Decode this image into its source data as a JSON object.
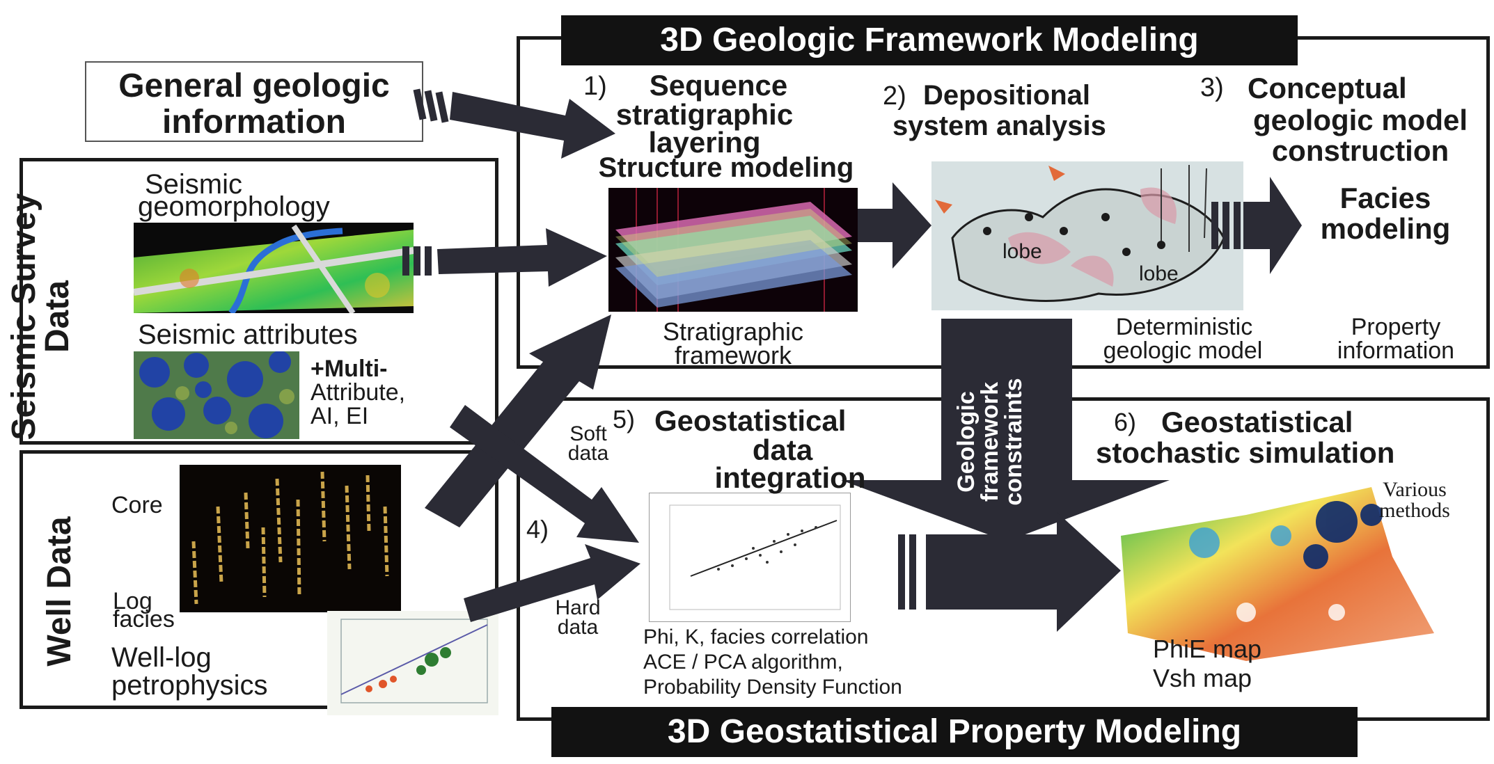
{
  "framework": {
    "banner": "3D Geologic Framework Modeling",
    "step1_num": "1)",
    "step1_title_a": "Sequence",
    "step1_title_b": "stratigraphic",
    "step1_title_c": "layering",
    "step1_title_d": "Structure modeling",
    "step1_caption_a": "Stratigraphic",
    "step1_caption_b": "framework",
    "step2_num": "2)",
    "step2_title_a": "Depositional",
    "step2_title_b": "system analysis",
    "step2_lobe_1": "lobe",
    "step2_lobe_2": "lobe",
    "step2_caption_a": "Deterministic",
    "step2_caption_b": "geologic model",
    "step3_num": "3)",
    "step3_title_a": "Conceptual",
    "step3_title_b": "geologic model",
    "step3_title_c": "construction",
    "facies_a": "Facies",
    "facies_b": "modeling",
    "property_a": "Property",
    "property_b": "information"
  },
  "general_info": {
    "line1": "General geologic",
    "line2": "information"
  },
  "seismic": {
    "side_label_a": "Seismic Survey",
    "side_label_b": "Data",
    "geomorph_a": "Seismic",
    "geomorph_b": "geomorphology",
    "attributes": "Seismic attributes",
    "multi_a": "+Multi-",
    "multi_b": "Attribute,",
    "multi_c": "AI, EI"
  },
  "well": {
    "side_label": "Well Data",
    "core": "Core",
    "log_a": "Log",
    "log_b": "facies",
    "petro_a": "Well-log",
    "petro_b": "petrophysics"
  },
  "constraints": {
    "line_a": "Geologic",
    "line_b": "framework",
    "line_c": "constraints"
  },
  "property": {
    "banner": "3D Geostatistical Property Modeling",
    "soft_a": "Soft",
    "soft_b": "data",
    "hard_a": "Hard",
    "hard_b": "data",
    "step4_num": "4)",
    "step5_num": "5)",
    "step5_title_a": "Geostatistical",
    "step5_title_b": "data",
    "step5_title_c": "integration",
    "step5_caption_a": "Phi, K, facies correlation",
    "step5_caption_b": "ACE / PCA algorithm,",
    "step5_caption_c": "Probability Density Function",
    "step6_num": "6)",
    "step6_title_a": "Geostatistical",
    "step6_title_b": "stochastic simulation",
    "various_a": "Various",
    "various_b": "methods",
    "map_a": "PhiE map",
    "map_b": "Vsh map"
  },
  "colors": {
    "arrow": "#2b2b35",
    "banner": "#121212",
    "border": "#1a1a1a"
  }
}
